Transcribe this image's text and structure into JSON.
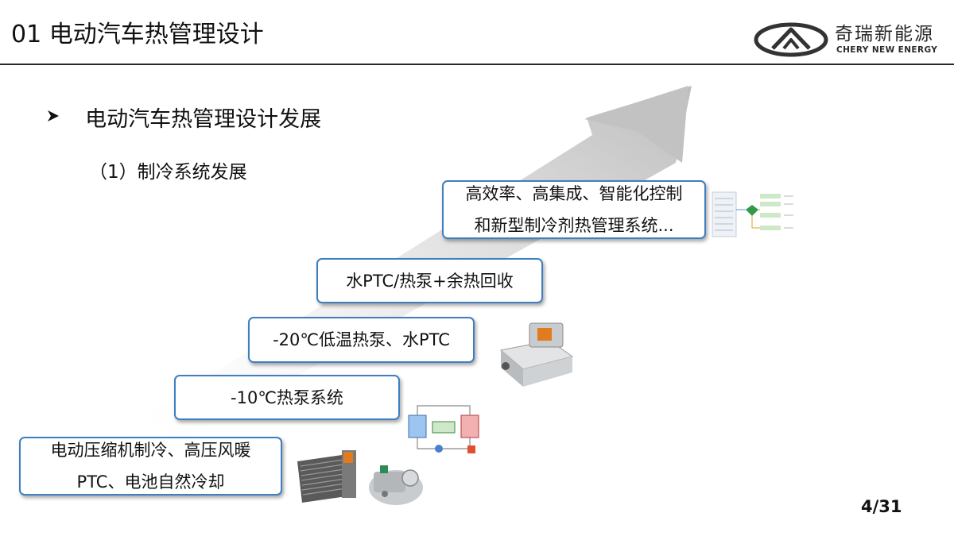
{
  "header": {
    "title": "01 电动汽车热管理设计",
    "logo_cn": "奇瑞新能源",
    "logo_en": "CHERY NEW ENERGY"
  },
  "section": {
    "bullet_icon": "arrow-bullet-icon",
    "heading": "电动汽车热管理设计发展",
    "subheading": "（1）制冷系统发展"
  },
  "steps": [
    {
      "lines": [
        "电动压缩机制冷、高压风暖",
        "PTC、电池自然冷却"
      ]
    },
    {
      "lines": [
        "-10℃热泵系统"
      ]
    },
    {
      "lines": [
        "-20℃低温热泵、水PTC"
      ]
    },
    {
      "lines": [
        "水PTC/热泵+余热回收"
      ]
    },
    {
      "lines": [
        "高效率、高集成、智能化控制",
        "和新型制冷剂热管理系统..."
      ]
    }
  ],
  "pagination": {
    "label": "4/31"
  },
  "colors": {
    "box_border": "#3f7fc0",
    "rule": "#2a2a2a",
    "arrow": "#c8c8c8"
  }
}
